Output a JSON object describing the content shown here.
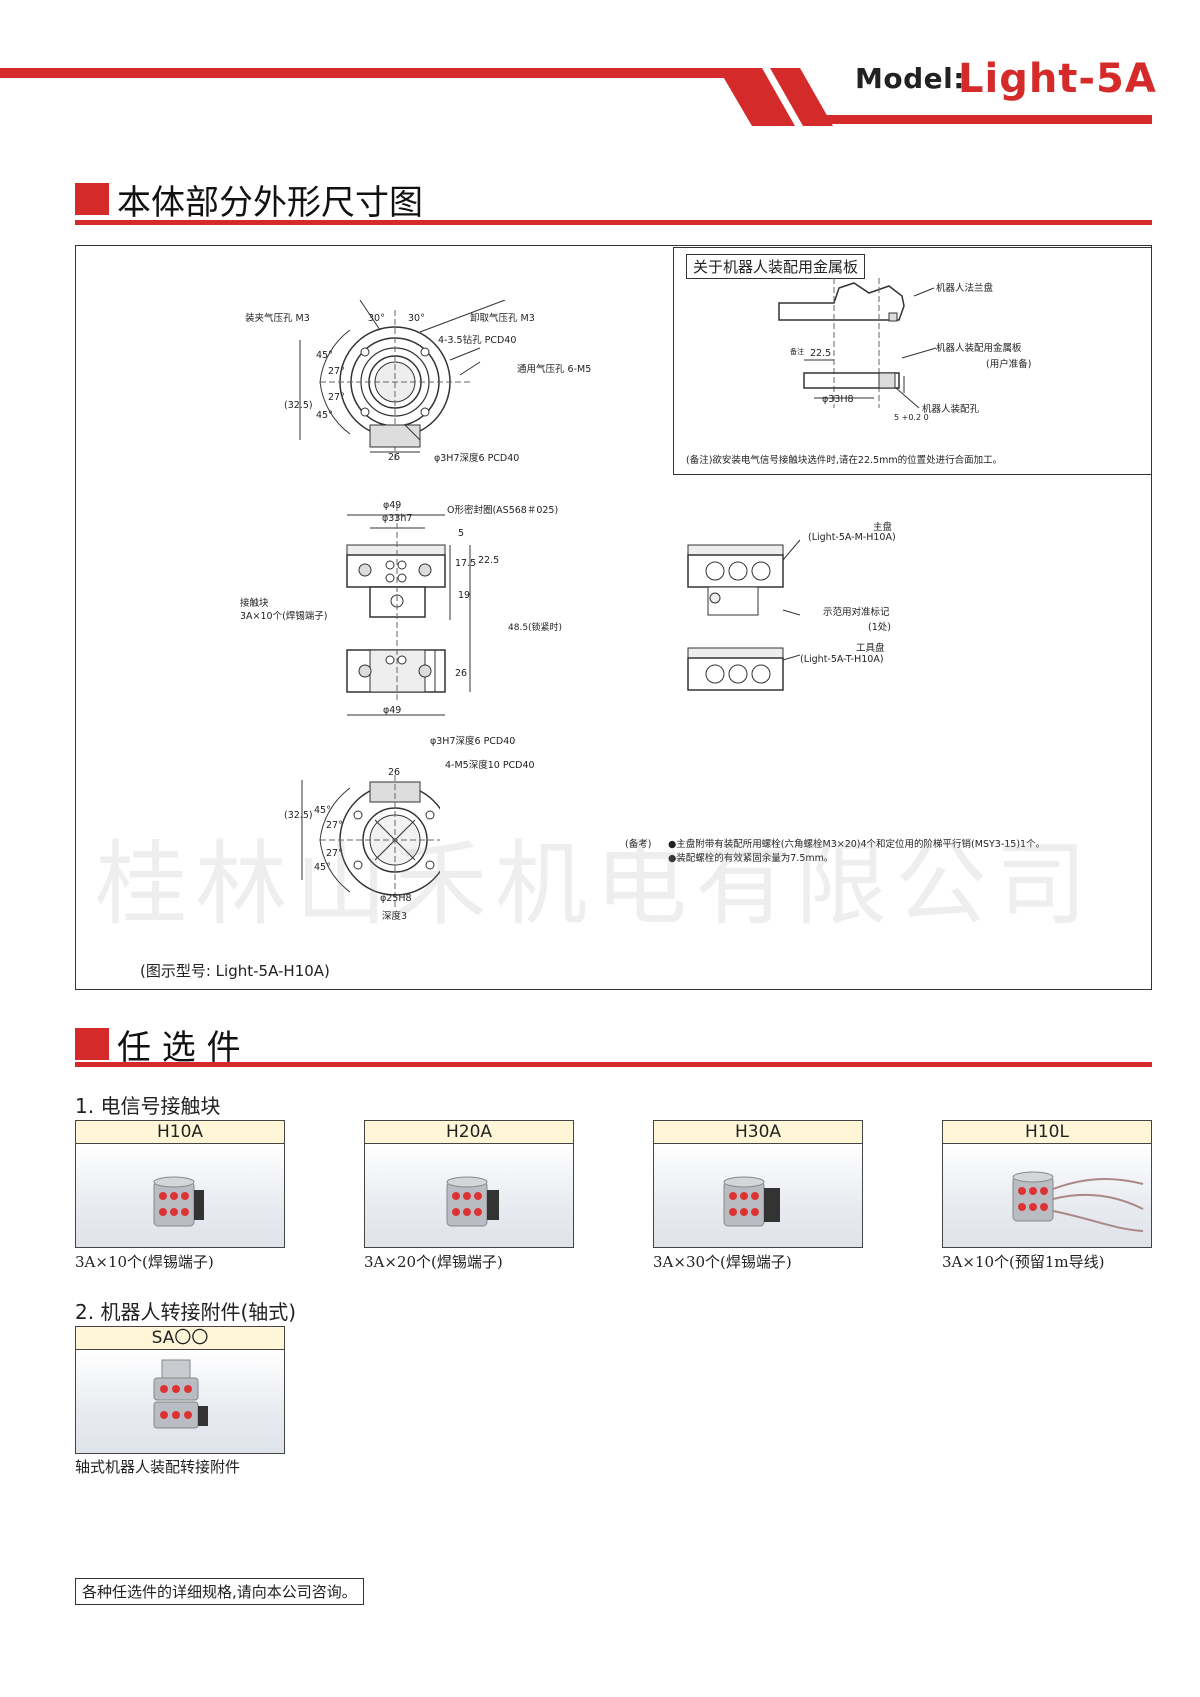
{
  "header": {
    "model_label": "Model:",
    "model_name": "Light-5A"
  },
  "section1": {
    "title": "本体部分外形尺寸图",
    "robot_plate": {
      "title": "关于机器人装配用金属板",
      "labels": [
        "机器人法兰盘",
        "机器人装配用金属板",
        "(用户准备)",
        "机器人装配孔",
        "备注",
        "22.5",
        "φ33H8",
        "5 +0.2 0"
      ],
      "note": "(备注)欲安装电气信号接触块选件时,请在22.5mm的位置处进行合面加工。"
    },
    "top_view": {
      "labels": [
        "装夹气压孔 M3",
        "卸取气压孔 M3",
        "30°",
        "30°",
        "4-3.5钻孔 PCD40",
        "通用气压孔 6-M5",
        "45°",
        "27°",
        "27°",
        "45°",
        "(32.5)",
        "26",
        "φ3H7深度6 PCD40"
      ]
    },
    "side_view": {
      "labels": [
        "φ49",
        "φ33h7",
        "O形密封圈(AS568＃025)",
        "5",
        "17.5",
        "22.5",
        "19",
        "48.5(锁紧时)",
        "接触块",
        "3A×10个(焊锡端子)",
        "26",
        "φ49"
      ]
    },
    "iso_view": {
      "labels": [
        "主盘",
        "(Light-5A-M-H10A)",
        "示范用对准标记",
        "(1处)",
        "工具盘",
        "(Light-5A-T-H10A)"
      ]
    },
    "bottom_view": {
      "labels": [
        "φ3H7深度6 PCD40",
        "4-M5深度10 PCD40",
        "26",
        "(32.5)",
        "45°",
        "27°",
        "27°",
        "45°",
        "φ25H8",
        "深度3"
      ],
      "notes_label": "(备考)",
      "notes": [
        "●主盘附带有装配所用螺栓(六角螺栓M3×20)4个和定位用的阶梯平行销(MSY3-15)1个。",
        "●装配螺栓的有效紧固余量为7.5mm。"
      ]
    },
    "watermark": "桂林山禾机电有限公司",
    "caption": "(图示型号: Light-5A-H10A)"
  },
  "section2": {
    "title": "任 选 件",
    "group1": {
      "title": "1. 电信号接触块",
      "items": [
        {
          "label": "H10A",
          "desc": "3A×10个(焊锡端子)"
        },
        {
          "label": "H20A",
          "desc": "3A×20个(焊锡端子)"
        },
        {
          "label": "H30A",
          "desc": "3A×30个(焊锡端子)"
        },
        {
          "label": "H10L",
          "desc": "3A×10个(预留1m导线)"
        }
      ]
    },
    "group2": {
      "title": "2. 机器人转接附件(轴式)",
      "items": [
        {
          "label": "SA〇〇",
          "desc": "轴式机器人装配转接附件"
        }
      ]
    }
  },
  "footer_note": "各种任选件的详细规格,请向本公司咨询。",
  "colors": {
    "accent": "#d42a2a",
    "rule": "#d42a2a"
  }
}
